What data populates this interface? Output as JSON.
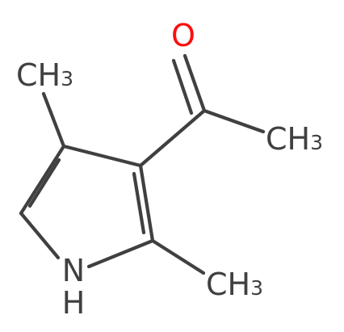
{
  "molecule": {
    "atoms": {
      "oxygen": "O",
      "methyl_left": {
        "main": "CH",
        "sub": "3"
      },
      "methyl_acetyl": {
        "main": "CH",
        "sub": "3"
      },
      "methyl_bottom": {
        "main": "CH",
        "sub": "3"
      },
      "amine": {
        "line1": "N",
        "line2": "H"
      }
    },
    "colors": {
      "bond": "#404040",
      "carbon_label": "#404040",
      "oxygen": "#ff0d0d",
      "nitrogen": "#404040"
    }
  }
}
